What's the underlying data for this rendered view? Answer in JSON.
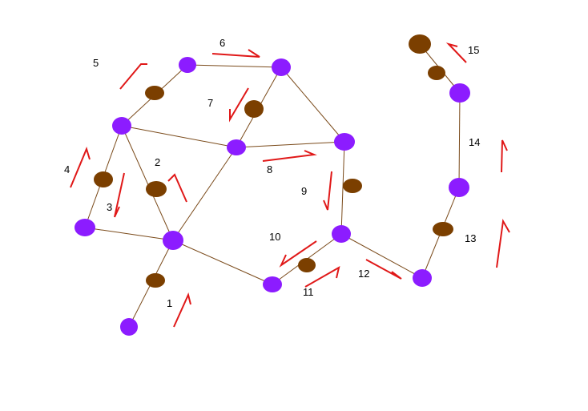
{
  "colors": {
    "node_purple": "#8c1cff",
    "node_brown": "#7b3f00",
    "edge": "#7a4a1a",
    "arrow": "#e01818"
  },
  "labels": [
    "1",
    "2",
    "3",
    "4",
    "5",
    "6",
    "7",
    "8",
    "9",
    "10",
    "11",
    "12",
    "13",
    "14",
    "15"
  ]
}
